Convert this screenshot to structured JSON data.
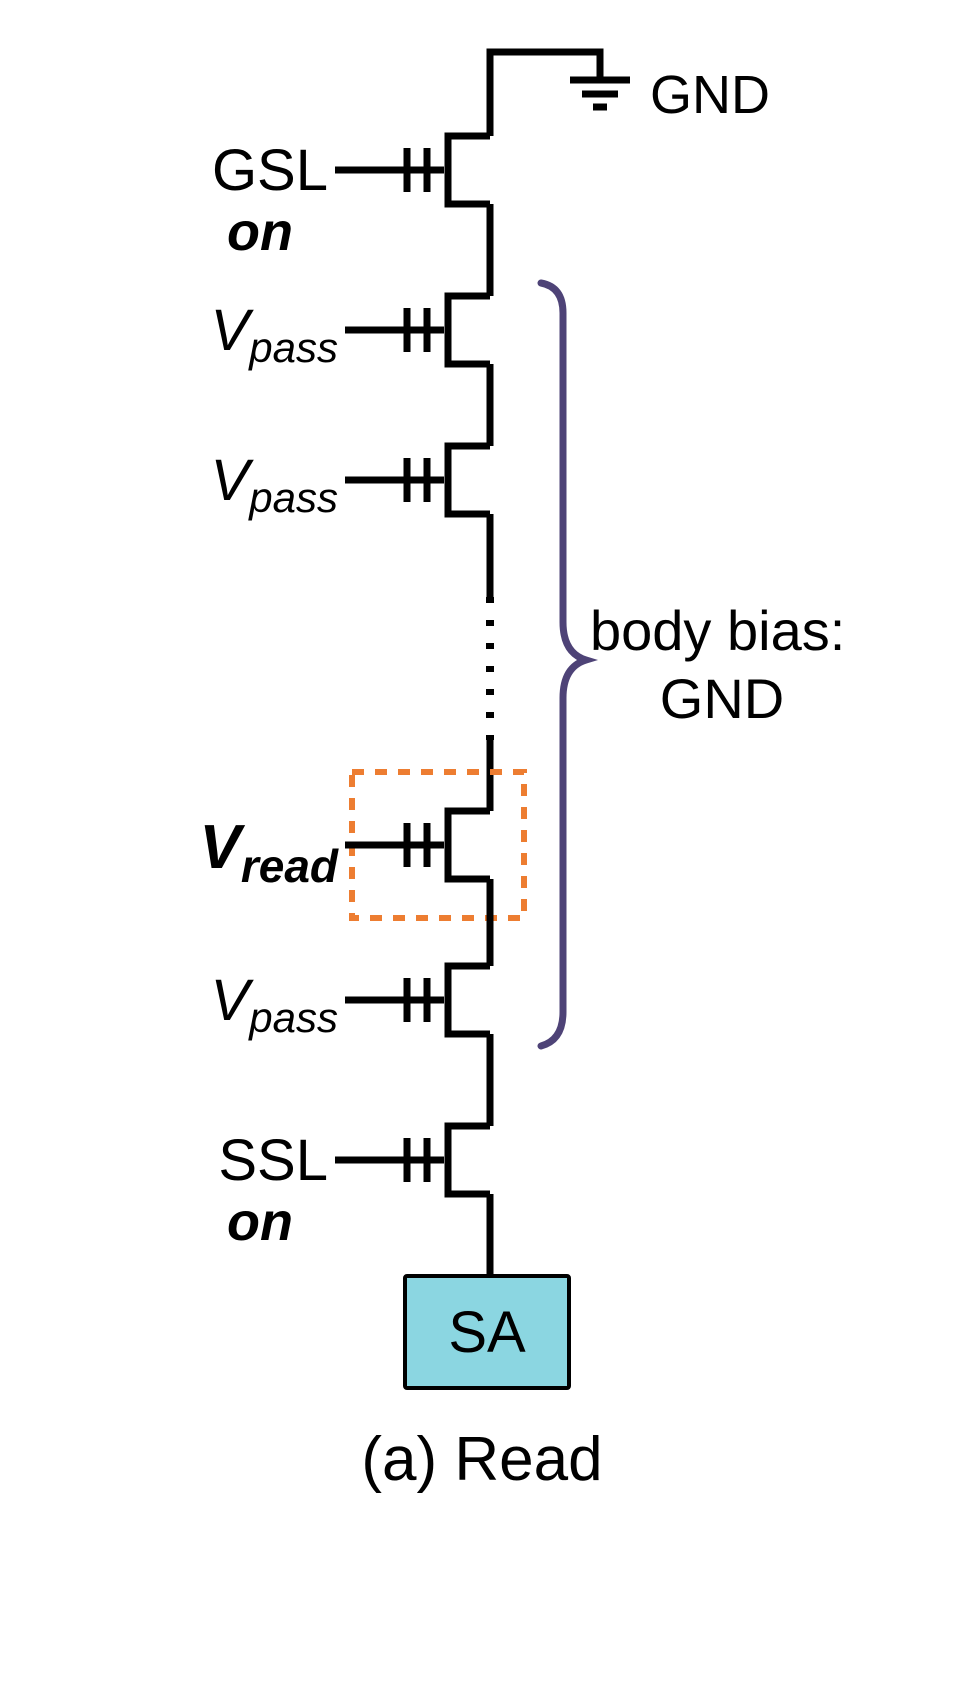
{
  "figure": {
    "caption": "(a) Read",
    "top_terminal": {
      "label": "GND"
    },
    "select_top": {
      "label": "GSL",
      "state": "on"
    },
    "select_bottom": {
      "label": "SSL",
      "state": "on"
    },
    "pass_cell": {
      "base": "V",
      "sub": "pass"
    },
    "read_cell": {
      "base": "V",
      "sub": "read"
    },
    "body_bias": {
      "line1": "body bias:",
      "line2": "GND"
    },
    "sense_amp": {
      "label": "SA"
    }
  },
  "colors": {
    "line": "#000000",
    "pass": "#2E8296",
    "read": "#ED7D31",
    "on": "#C00000",
    "body_bias": "#4E4377",
    "sa_fill": "#8BD6E1"
  }
}
